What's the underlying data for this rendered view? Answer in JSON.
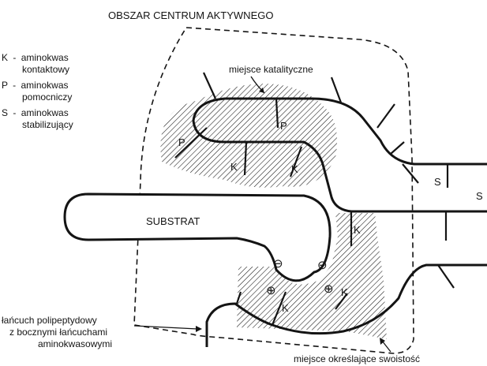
{
  "title": "OBSZAR CENTRUM AKTYWNEGO",
  "legend": [
    {
      "letter": "K",
      "dash": "-",
      "line1": "aminokwas",
      "line2": "kontaktowy"
    },
    {
      "letter": "P",
      "dash": "-",
      "line1": "aminokwas",
      "line2": "pomocniczy"
    },
    {
      "letter": "S",
      "dash": "-",
      "line1": "aminokwas",
      "line2": "stabilizujący"
    }
  ],
  "labels": {
    "catalytic_site": "miejsce katalityczne",
    "substrate": "SUBSTRAT",
    "polypeptide_chain": [
      "łańcuch polipeptydowy",
      "z bocznymi łańcuchami",
      "aminokwasowymi"
    ],
    "specificity_site": "miejsce określające swoistość"
  },
  "residue_letters": {
    "k": "K",
    "p": "P",
    "s": "S"
  },
  "charge_symbols": {
    "negative": "⊖",
    "positive": "⊕"
  },
  "colors": {
    "ink": "#141414",
    "background": "#ffffff"
  }
}
